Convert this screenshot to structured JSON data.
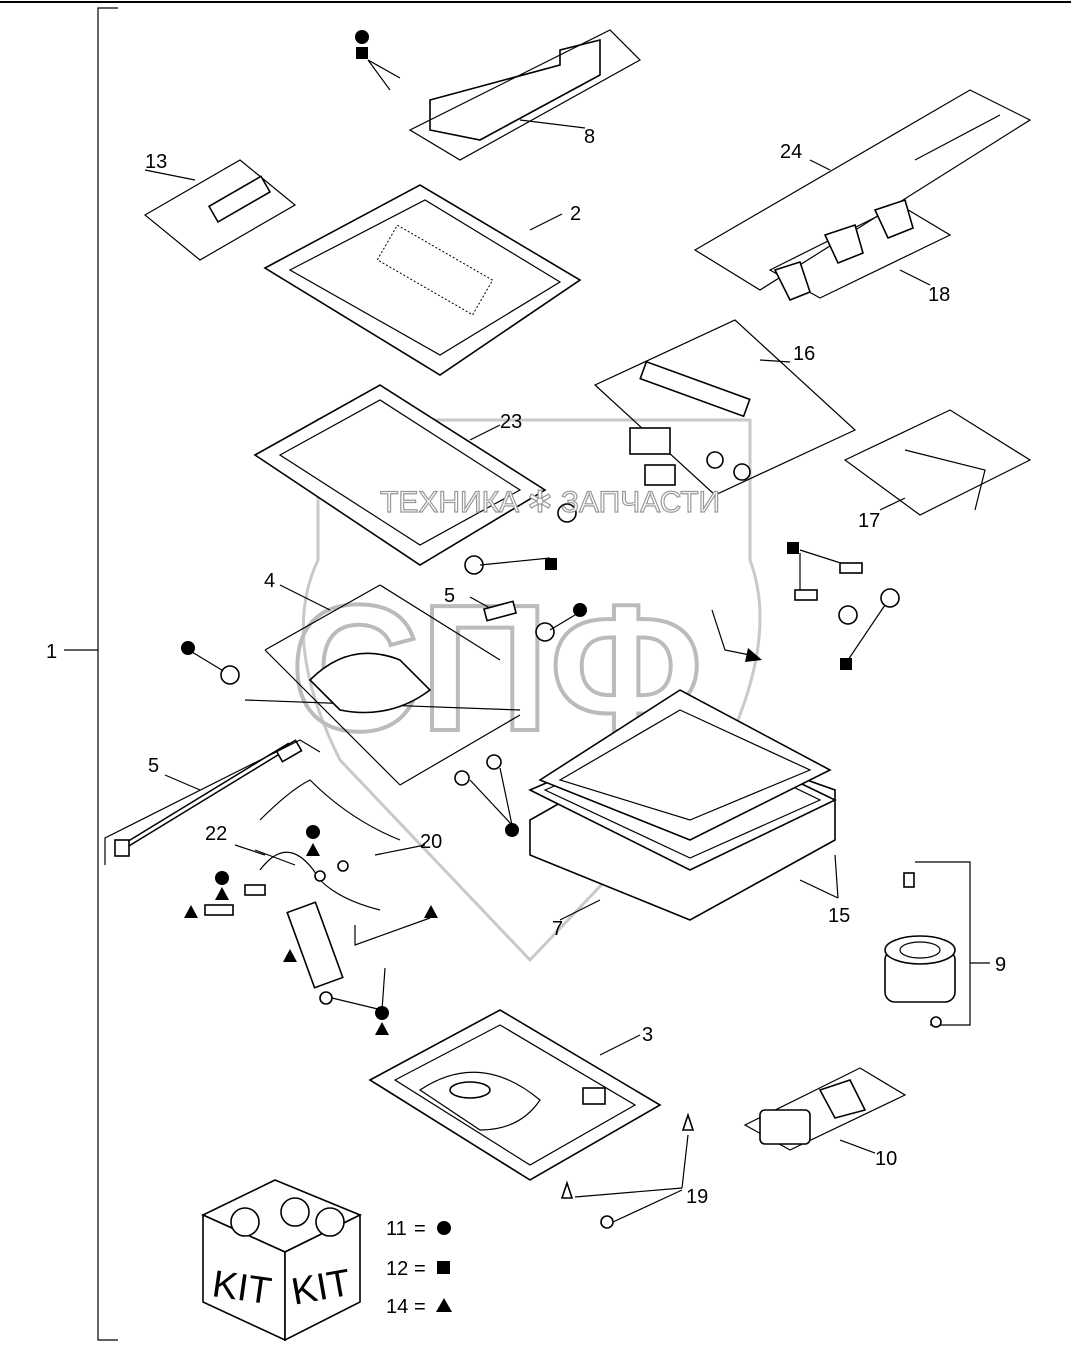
{
  "diagram": {
    "callouts": {
      "c1": "1",
      "c2": "2",
      "c3": "3",
      "c4": "4",
      "c5a": "5",
      "c5b": "5",
      "c7": "7",
      "c8": "8",
      "c9": "9",
      "c10": "10",
      "c13": "13",
      "c15": "15",
      "c16": "16",
      "c17": "17",
      "c18": "18",
      "c19": "19",
      "c20": "20",
      "c22": "22",
      "c23": "23",
      "c24": "24"
    },
    "legend": [
      {
        "number": "11",
        "eq": "=",
        "symbol": "circle"
      },
      {
        "number": "12",
        "eq": "=",
        "symbol": "square"
      },
      {
        "number": "14",
        "eq": "=",
        "symbol": "triangle"
      }
    ],
    "kit_labels": [
      "KIT",
      "KIT"
    ],
    "watermark": {
      "text": "ТЕХНИКА ✲ ЗАПЧАСТИ",
      "logo": "СПФ"
    }
  }
}
